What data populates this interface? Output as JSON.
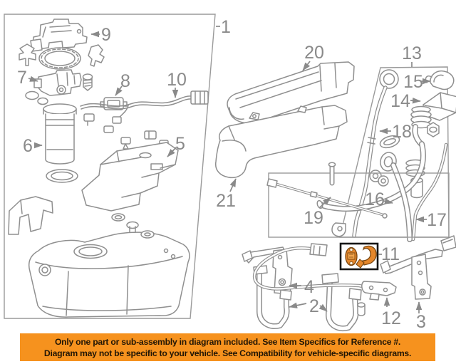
{
  "diagram_type": "exploded-parts-diagram",
  "callouts": [
    {
      "num": "1"
    },
    {
      "num": "2"
    },
    {
      "num": "3"
    },
    {
      "num": "4"
    },
    {
      "num": "5"
    },
    {
      "num": "6"
    },
    {
      "num": "7"
    },
    {
      "num": "8"
    },
    {
      "num": "9"
    },
    {
      "num": "10"
    },
    {
      "num": "11"
    },
    {
      "num": "12"
    },
    {
      "num": "13"
    },
    {
      "num": "14"
    },
    {
      "num": "15"
    },
    {
      "num": "16"
    },
    {
      "num": "17"
    },
    {
      "num": "18"
    },
    {
      "num": "19"
    },
    {
      "num": "20"
    },
    {
      "num": "21"
    }
  ],
  "highlight": {
    "label": "11"
  },
  "caption": {
    "line1": "Only one part or sub-assembly in diagram included. See Item Specifics for Reference #.",
    "line2": "Diagram may not be specific to your vehicle. See Compatibility for vehicle-specific diagrams."
  },
  "colors": {
    "line_gray": "#8f8f8f",
    "label_gray": "#8a8a8a",
    "box_frame_gray": "#9a9a9a",
    "highlight_box_border": "#161616",
    "highlight_part_fill": "#e5872b",
    "highlight_part_stroke": "#7a4710",
    "caption_bg": "#f6921e",
    "caption_text": "#221605",
    "background": "#ffffff"
  }
}
